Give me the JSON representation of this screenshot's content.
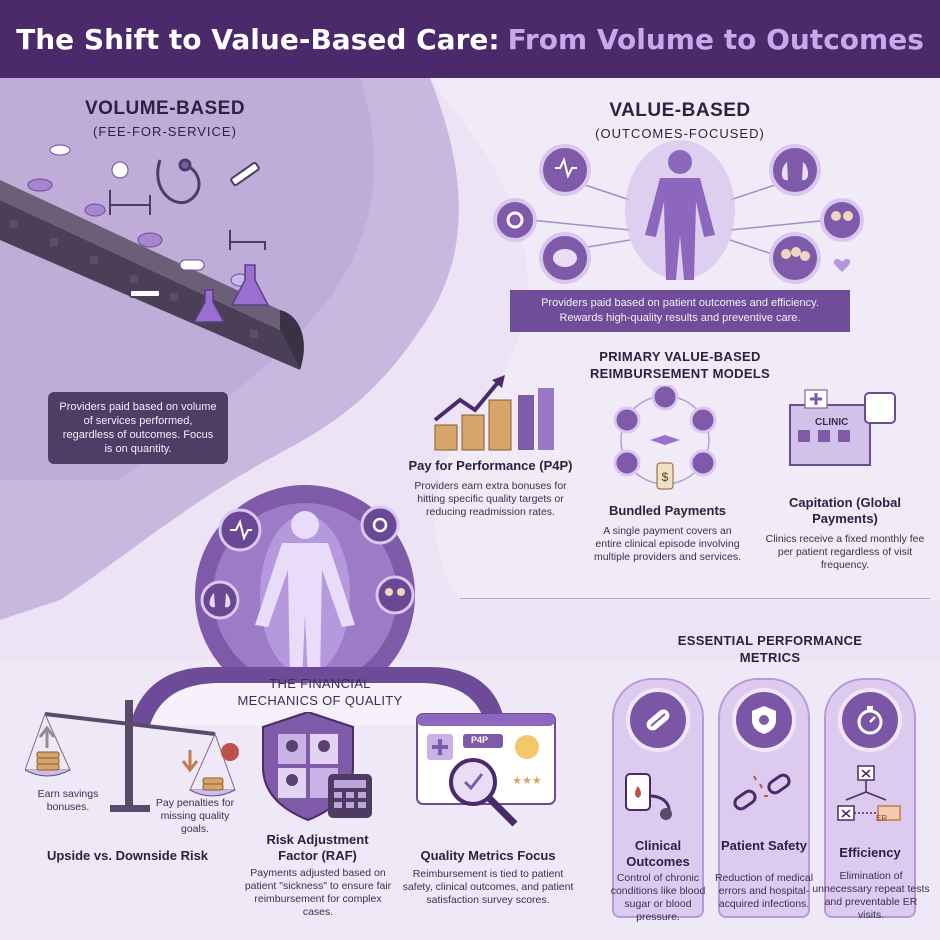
{
  "header": {
    "title_main": "The Shift to Value-Based Care:",
    "title_accent": "From Volume to Outcomes"
  },
  "volume": {
    "title": "VOLUME-BASED",
    "subtitle": "(FEE-FOR-SERVICE)",
    "note": "Providers paid based on volume of services performed, regardless of outcomes. Focus is on quantity."
  },
  "value": {
    "title": "VALUE-BASED",
    "subtitle": "(OUTCOMES-FOCUSED)",
    "note": "Providers paid based on patient outcomes and efficiency. Rewards high-quality results and preventive care."
  },
  "models": {
    "title": "PRIMARY VALUE-BASED REIMBURSEMENT MODELS",
    "items": [
      {
        "title": "Pay for Performance (P4P)",
        "text": "Providers earn extra bonuses for hitting specific quality targets or reducing readmission rates."
      },
      {
        "title": "Bundled Payments",
        "text": "A single payment covers an entire clinical episode involving multiple providers and services."
      },
      {
        "title": "Capitation (Global Payments)",
        "text": "Clinics receive a fixed monthly fee per patient regardless of visit frequency."
      }
    ],
    "clinic_sign": "CLINIC"
  },
  "mechanics": {
    "title": "THE FINANCIAL MECHANICS OF QUALITY",
    "risk": {
      "title": "Upside vs. Downside Risk",
      "left": "Earn savings bonuses.",
      "right": "Pay penalties for missing quality goals."
    },
    "raf": {
      "title": "Risk Adjustment Factor (RAF)",
      "text": "Payments adjusted based on patient \"sickness\" to ensure fair reimbursement for complex cases."
    },
    "quality": {
      "title": "Quality Metrics Focus",
      "text": "Reimbursement is tied to patient safety, clinical outcomes, and patient satisfaction survey scores.",
      "badge": "P4P"
    }
  },
  "metrics": {
    "title": "ESSENTIAL PERFORMANCE METRICS",
    "items": [
      {
        "title": "Clinical Outcomes",
        "text": "Control of chronic conditions like blood sugar or blood pressure."
      },
      {
        "title": "Patient Safety",
        "text": "Reduction of medical errors and hospital-acquired infections."
      },
      {
        "title": "Efficiency",
        "text": "Elimination of unnecessary repeat tests and preventable ER visits."
      }
    ],
    "er_label": "ER"
  },
  "icons": [
    "heart-rate-icon",
    "lungs-icon",
    "brain-icon",
    "family-icon",
    "gear-icon",
    "clinic-icon",
    "stopwatch-icon",
    "shield-icon",
    "scale-icon",
    "magnifier-icon"
  ]
}
